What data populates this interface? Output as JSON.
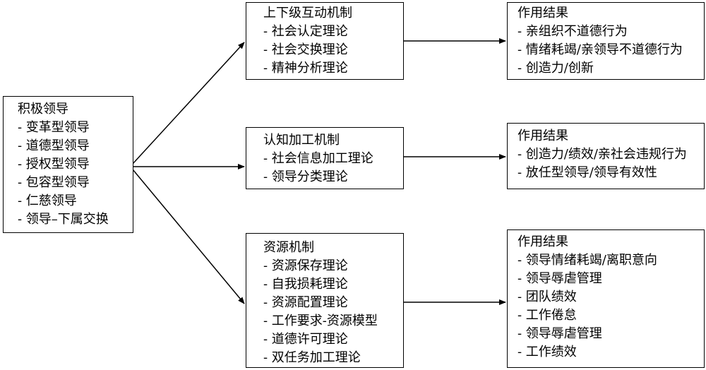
{
  "source": {
    "title": "积极领导",
    "items": [
      "- 变革型领导",
      "- 道德型领导",
      "- 授权型领导",
      "- 包容型领导",
      "- 仁慈领导",
      "- 领导–下属交换"
    ]
  },
  "mechanisms": [
    {
      "title": "上下级互动机制",
      "items": [
        "- 社会认定理论",
        "- 社会交换理论",
        "- 精神分析理论"
      ]
    },
    {
      "title": "认知加工机制",
      "items": [
        "- 社会信息加工理论",
        "- 领导分类理论"
      ]
    },
    {
      "title": "资源机制",
      "items": [
        "- 资源保存理论",
        "- 自我损耗理论",
        "- 资源配置理论",
        "- 工作要求-资源模型",
        "- 道德许可理论",
        "- 双任务加工理论"
      ]
    }
  ],
  "outcomes": [
    {
      "title": "作用结果",
      "items": [
        "- 亲组织不道德行为",
        "- 情绪耗竭/亲领导不道德行为",
        "- 创造力/创新"
      ]
    },
    {
      "title": "作用结果",
      "items": [
        "- 创造力/绩效/亲社会违规行为",
        "- 放任型领导/领导有效性"
      ]
    },
    {
      "title": "作用结果",
      "items": [
        "- 领导情绪耗竭/离职意向",
        "- 领导辱虐管理",
        "- 团队绩效",
        "- 工作倦怠",
        "- 领导辱虐管理",
        "- 工作绩效"
      ]
    }
  ]
}
